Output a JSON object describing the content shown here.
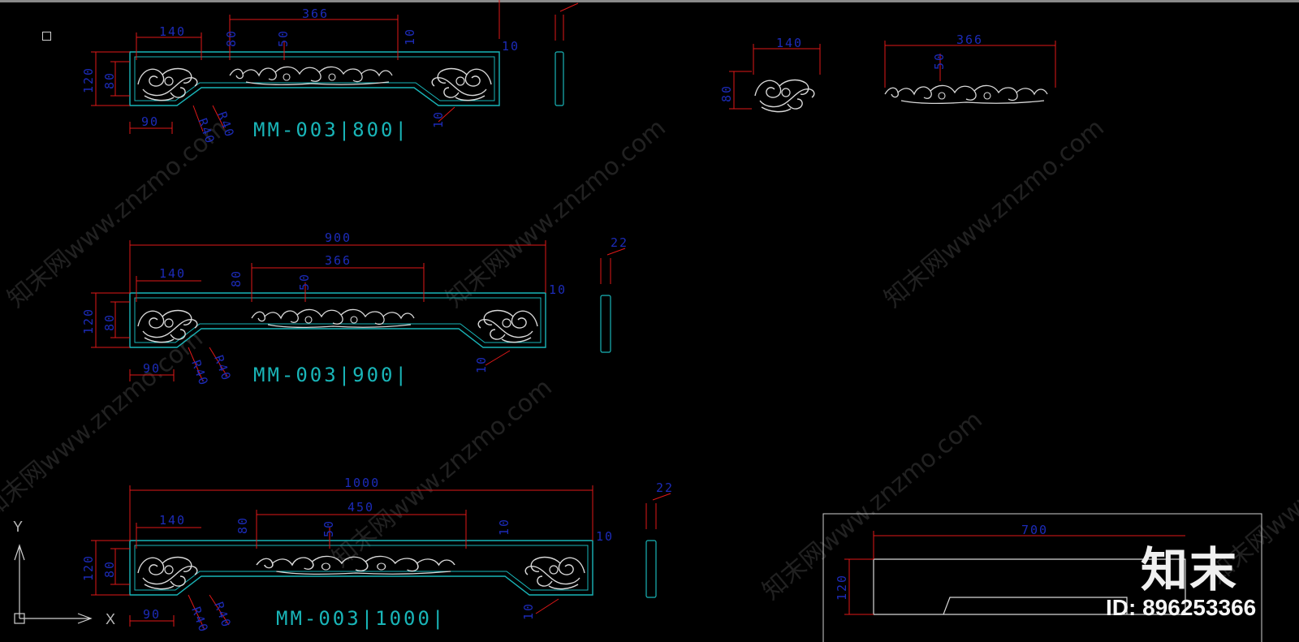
{
  "drawing": {
    "parts": [
      {
        "label": "MM-003|800|",
        "dims": [
          "140",
          "366",
          "50",
          "80",
          "120",
          "80",
          "90",
          "10",
          "10",
          "10",
          "R40",
          "R40"
        ]
      },
      {
        "label": "MM-003|900|",
        "dims": [
          "900",
          "140",
          "366",
          "50",
          "80",
          "120",
          "80",
          "90",
          "10",
          "10",
          "R40",
          "R40"
        ],
        "thickness": "22"
      },
      {
        "label": "MM-003|1000|",
        "dims": [
          "1000",
          "140",
          "450",
          "50",
          "80",
          "120",
          "80",
          "90",
          "10",
          "10",
          "10",
          "R40",
          "R40"
        ],
        "thickness": "22"
      }
    ],
    "details": {
      "corner": {
        "width": "140",
        "height": "80"
      },
      "center": {
        "width": "366",
        "height": "50"
      }
    },
    "section": {
      "width": "700",
      "height": "120"
    },
    "axes": {
      "y": "Y",
      "x": "X"
    }
  },
  "watermark": {
    "text": "知末网www.znzmo.com",
    "logo": "知末",
    "id": "ID: 896253366"
  },
  "colors": {
    "background": "#000000",
    "outline": "#19b5b8",
    "dimension_text": "#1c2bb8",
    "dimension_line": "#e01818",
    "ornament": "#d8d8d8"
  }
}
